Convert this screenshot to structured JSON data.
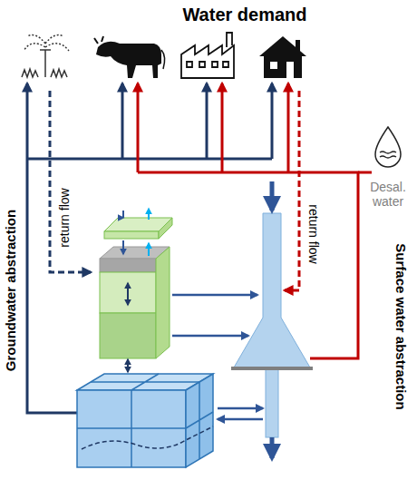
{
  "diagram": {
    "title": "Water demand",
    "labels": [
      "Groundwater abstraction",
      "return flow",
      "return flow",
      "Surface water abstraction",
      "Desal. water"
    ]
  }
}
